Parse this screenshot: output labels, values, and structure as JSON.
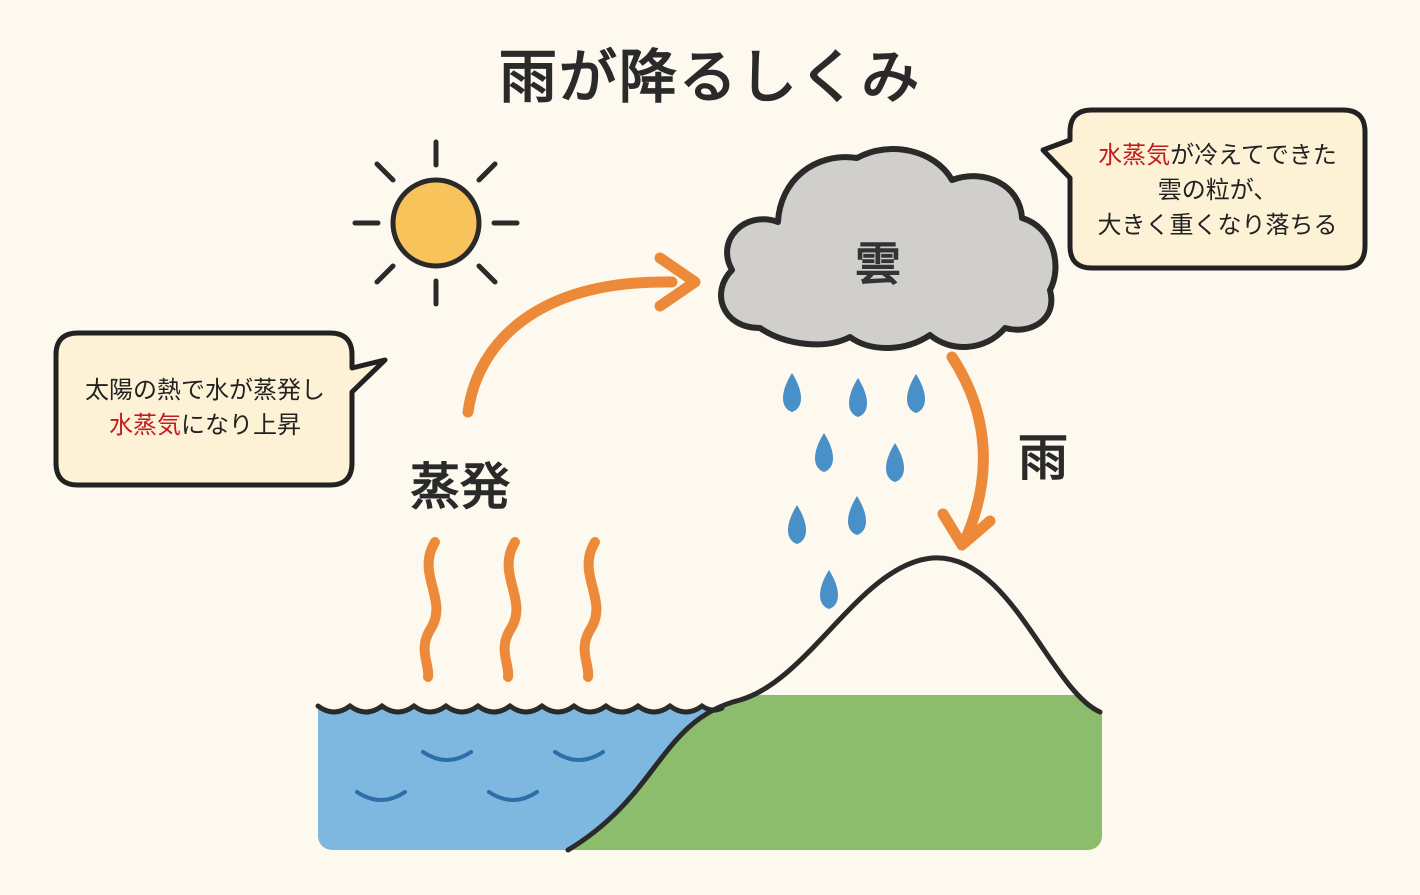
{
  "title": "雨が降るしくみ",
  "labels": {
    "evaporation": "蒸発",
    "cloud": "雲",
    "rain": "雨"
  },
  "callouts": {
    "left": {
      "line1": "太陽の熱で水が蒸発し",
      "line2_highlight": "水蒸気",
      "line2_rest": "になり上昇"
    },
    "right": {
      "line1_highlight": "水蒸気",
      "line1_rest": "が冷えてできた",
      "line2": "雲の粒が、",
      "line3": "大きく重くなり落ちる"
    }
  },
  "colors": {
    "background": "#fdf9ef",
    "sun": "#f7c35a",
    "arrow": "#ed8a3a",
    "cloud": "#d1cfcb",
    "water": "#7eb8e0",
    "drop": "#4a90c8",
    "mountain": "#8bbd6d",
    "highlight": "#c41c1c",
    "bubble": "#fdf1d6"
  }
}
